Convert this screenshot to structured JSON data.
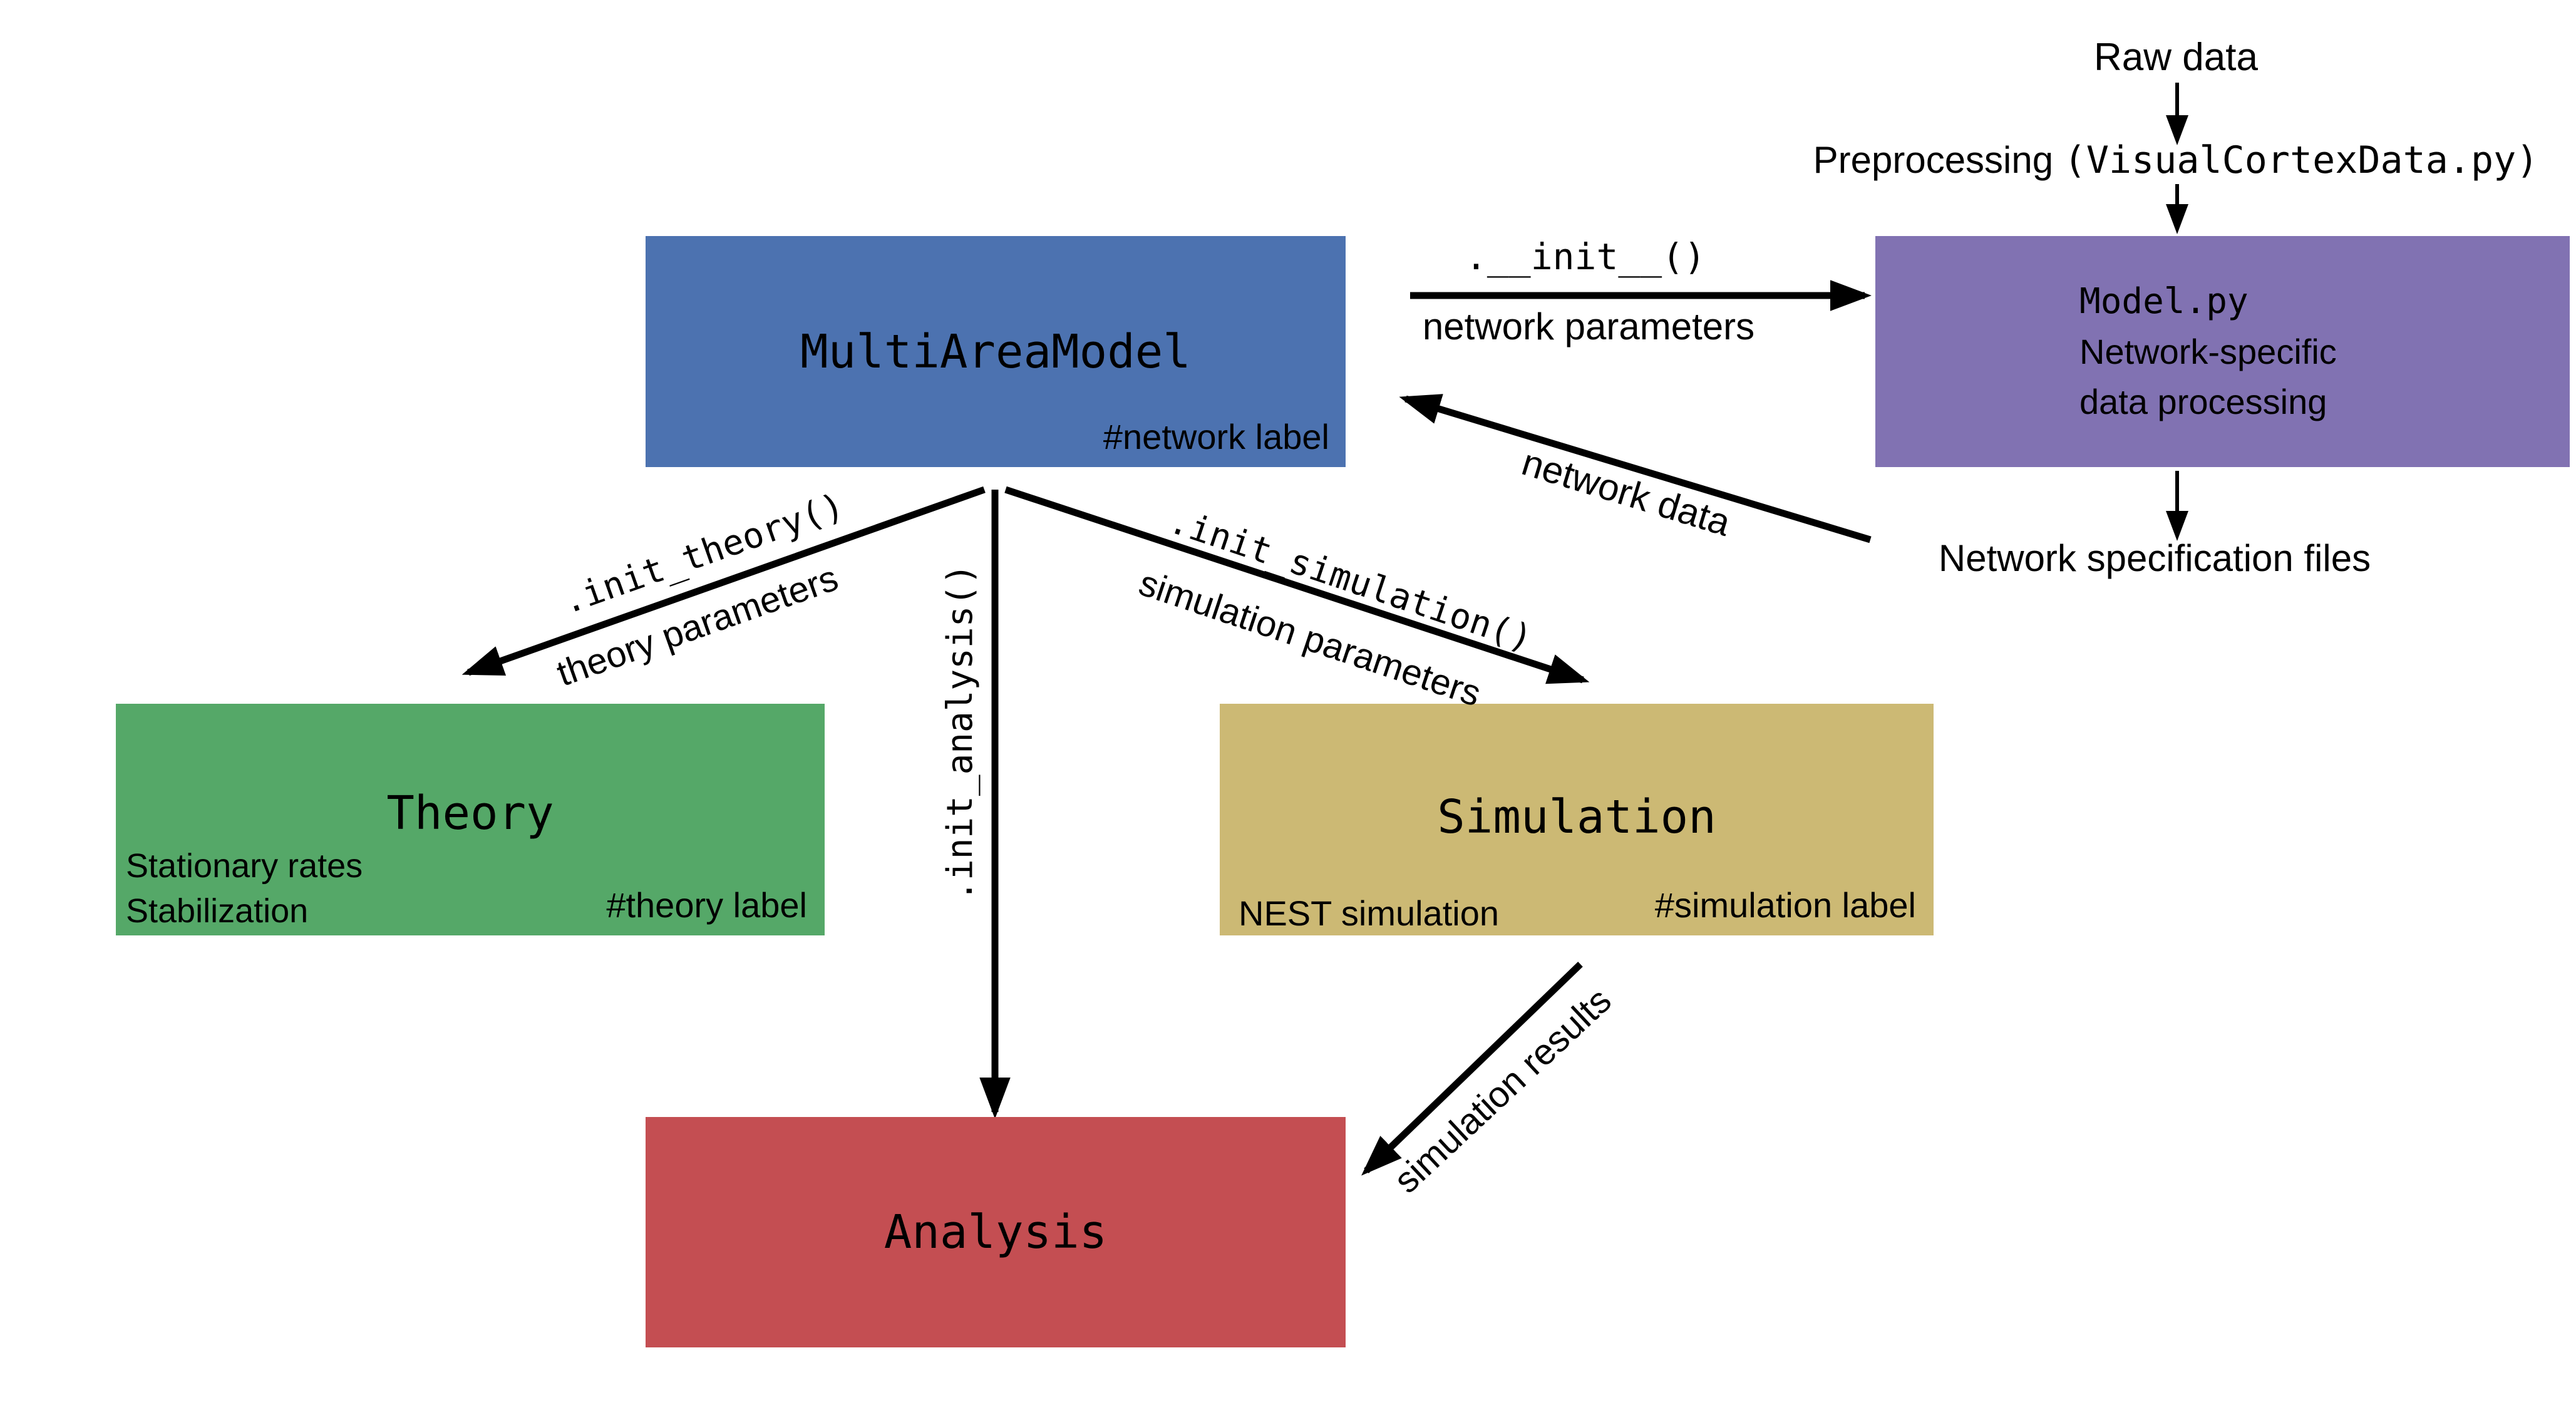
{
  "diagram": {
    "boxes": {
      "multi_area_model": {
        "title": "MultiAreaModel",
        "corner_label": "#network label"
      },
      "model_py": {
        "lines": [
          "Model.py",
          "Network-specific",
          "data processing"
        ]
      },
      "theory": {
        "title": "Theory",
        "features": [
          "Stationary rates",
          "Stabilization"
        ],
        "corner_label": "#theory label"
      },
      "simulation": {
        "title": "Simulation",
        "features": [
          "NEST simulation"
        ],
        "corner_label": "#simulation label"
      },
      "analysis": {
        "title": "Analysis"
      }
    },
    "external_labels": {
      "raw_data": "Raw data",
      "preprocessing_text": "Preprocessing ",
      "preprocessing_code": "(VisualCortexData.py)",
      "network_spec_files": "Network specification files"
    },
    "arrows": {
      "init": {
        "code": ".__init__()",
        "caption": "network parameters"
      },
      "network_data": {
        "caption": "network data"
      },
      "theory": {
        "code": ".init_theory()",
        "caption": "theory parameters"
      },
      "simulation": {
        "code": ".init_simulation()",
        "caption": "simulation parameters"
      },
      "analysis": {
        "code": ".init_analysis()"
      },
      "sim_results": {
        "caption": "simulation results"
      }
    },
    "colors": {
      "network_box": "#4C72B0",
      "model_box": "#8172B2",
      "theory_box": "#55A868",
      "simulation_box": "#CCB974",
      "analysis_box": "#C44E52",
      "arrow": "#000000"
    }
  }
}
